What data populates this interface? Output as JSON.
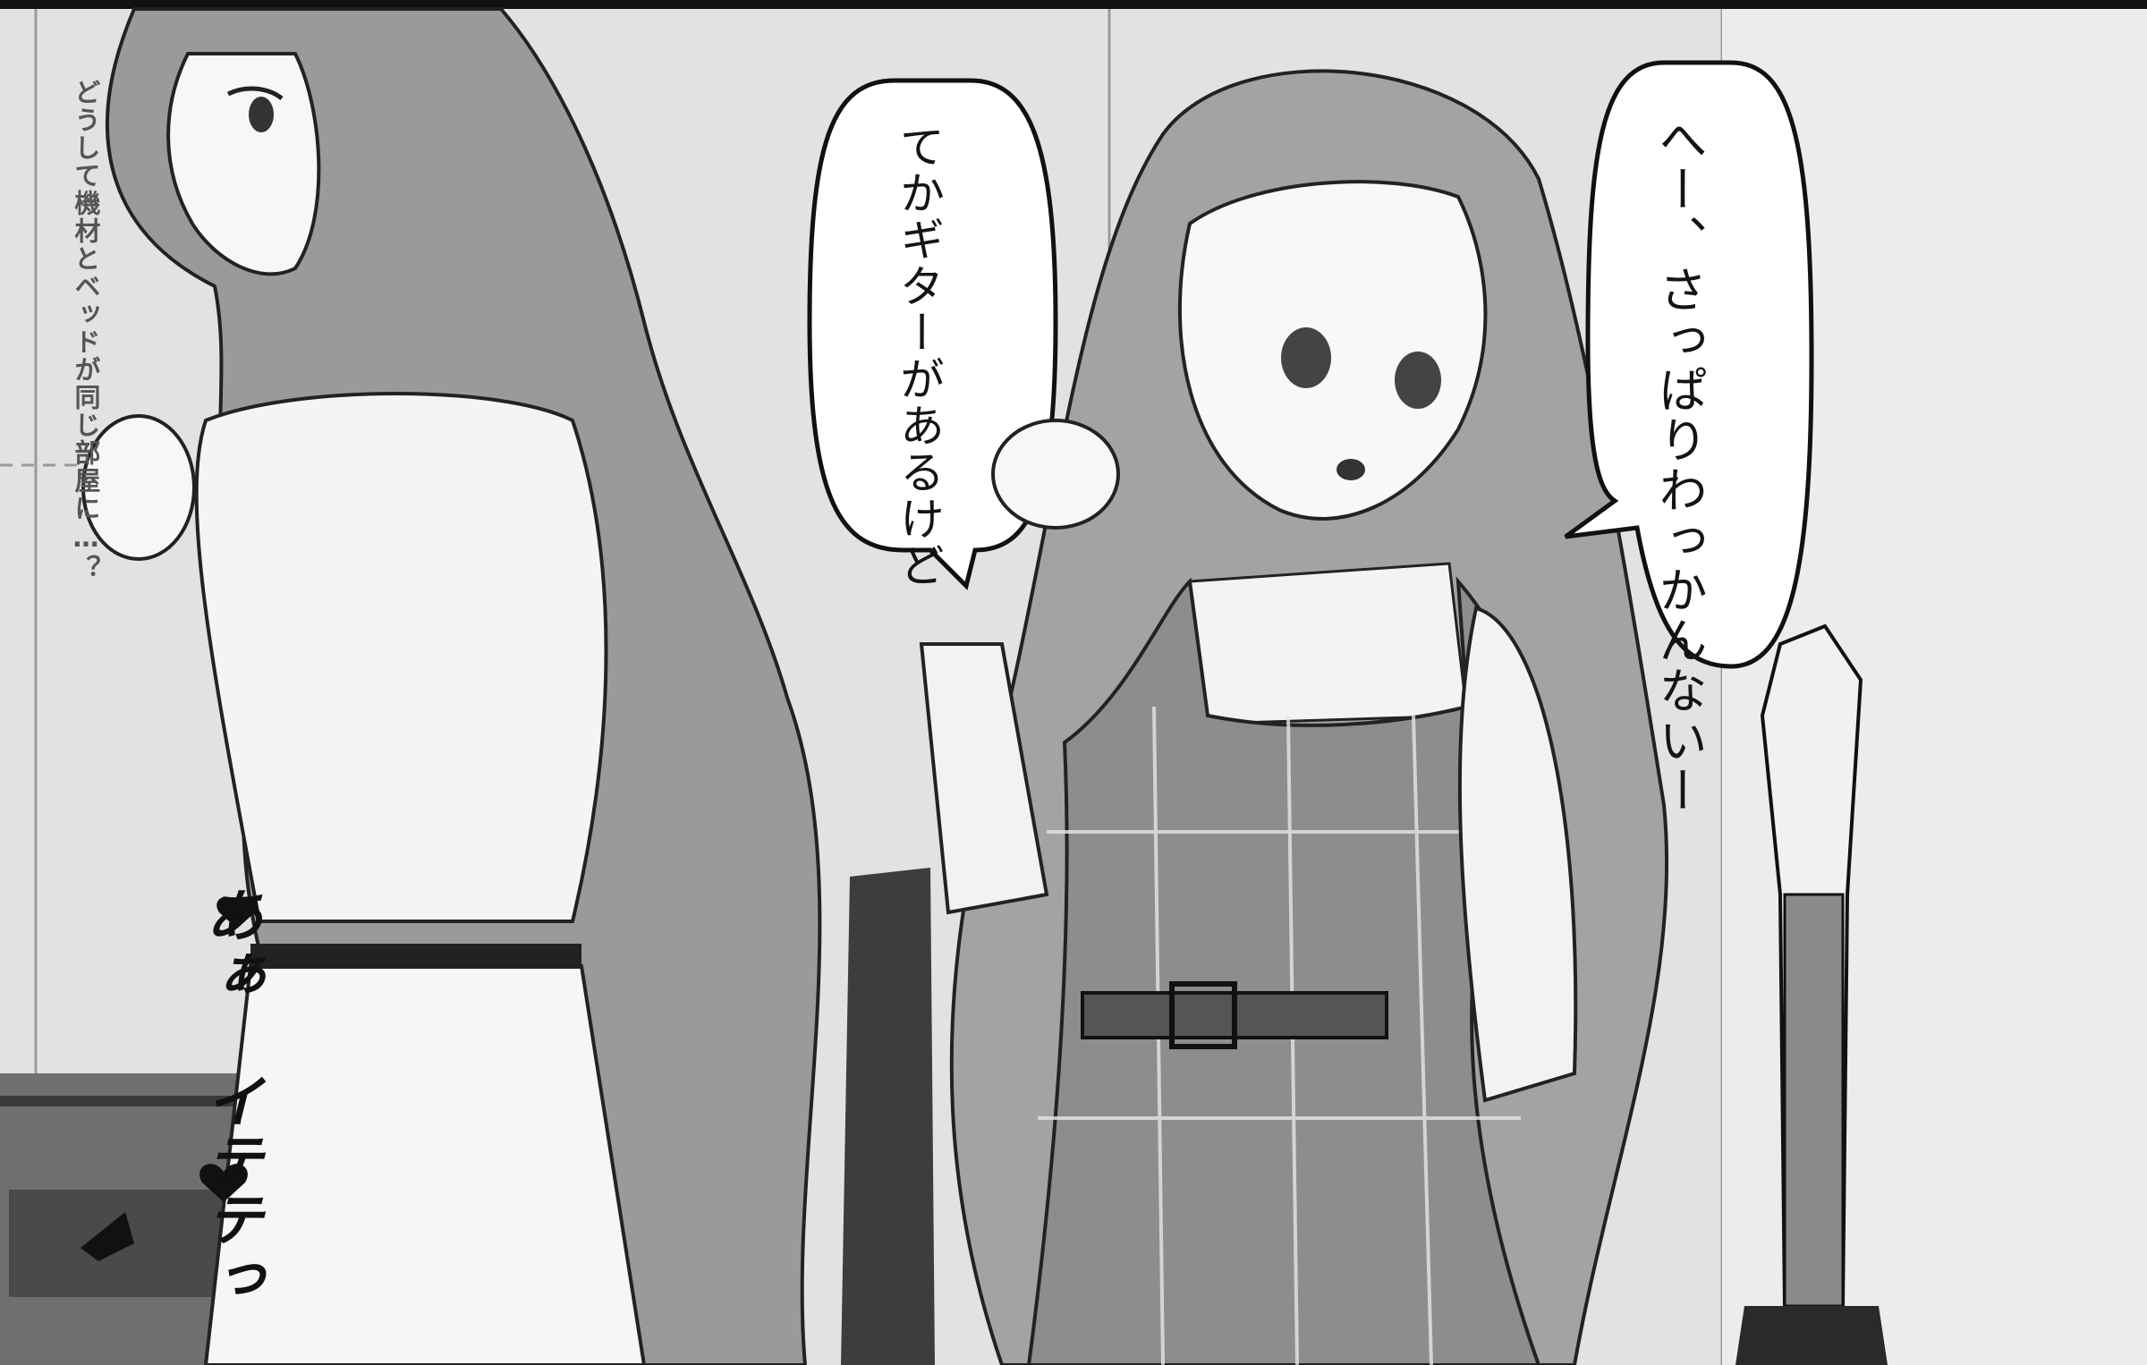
{
  "panel": {
    "bubble_right": "へー、さっぱりわっかんないー",
    "bubble_left": "てかギターがあるけど",
    "aside": "どうして機材とベッドが同じ部屋に…？",
    "sfx": "あぁ イテテっ"
  },
  "colors": {
    "ink": "#141414",
    "paper": "#ffffff",
    "wall": "#dcdcdc",
    "tone_mid": "#8a8a8a",
    "tone_dark": "#5a5a5a"
  }
}
